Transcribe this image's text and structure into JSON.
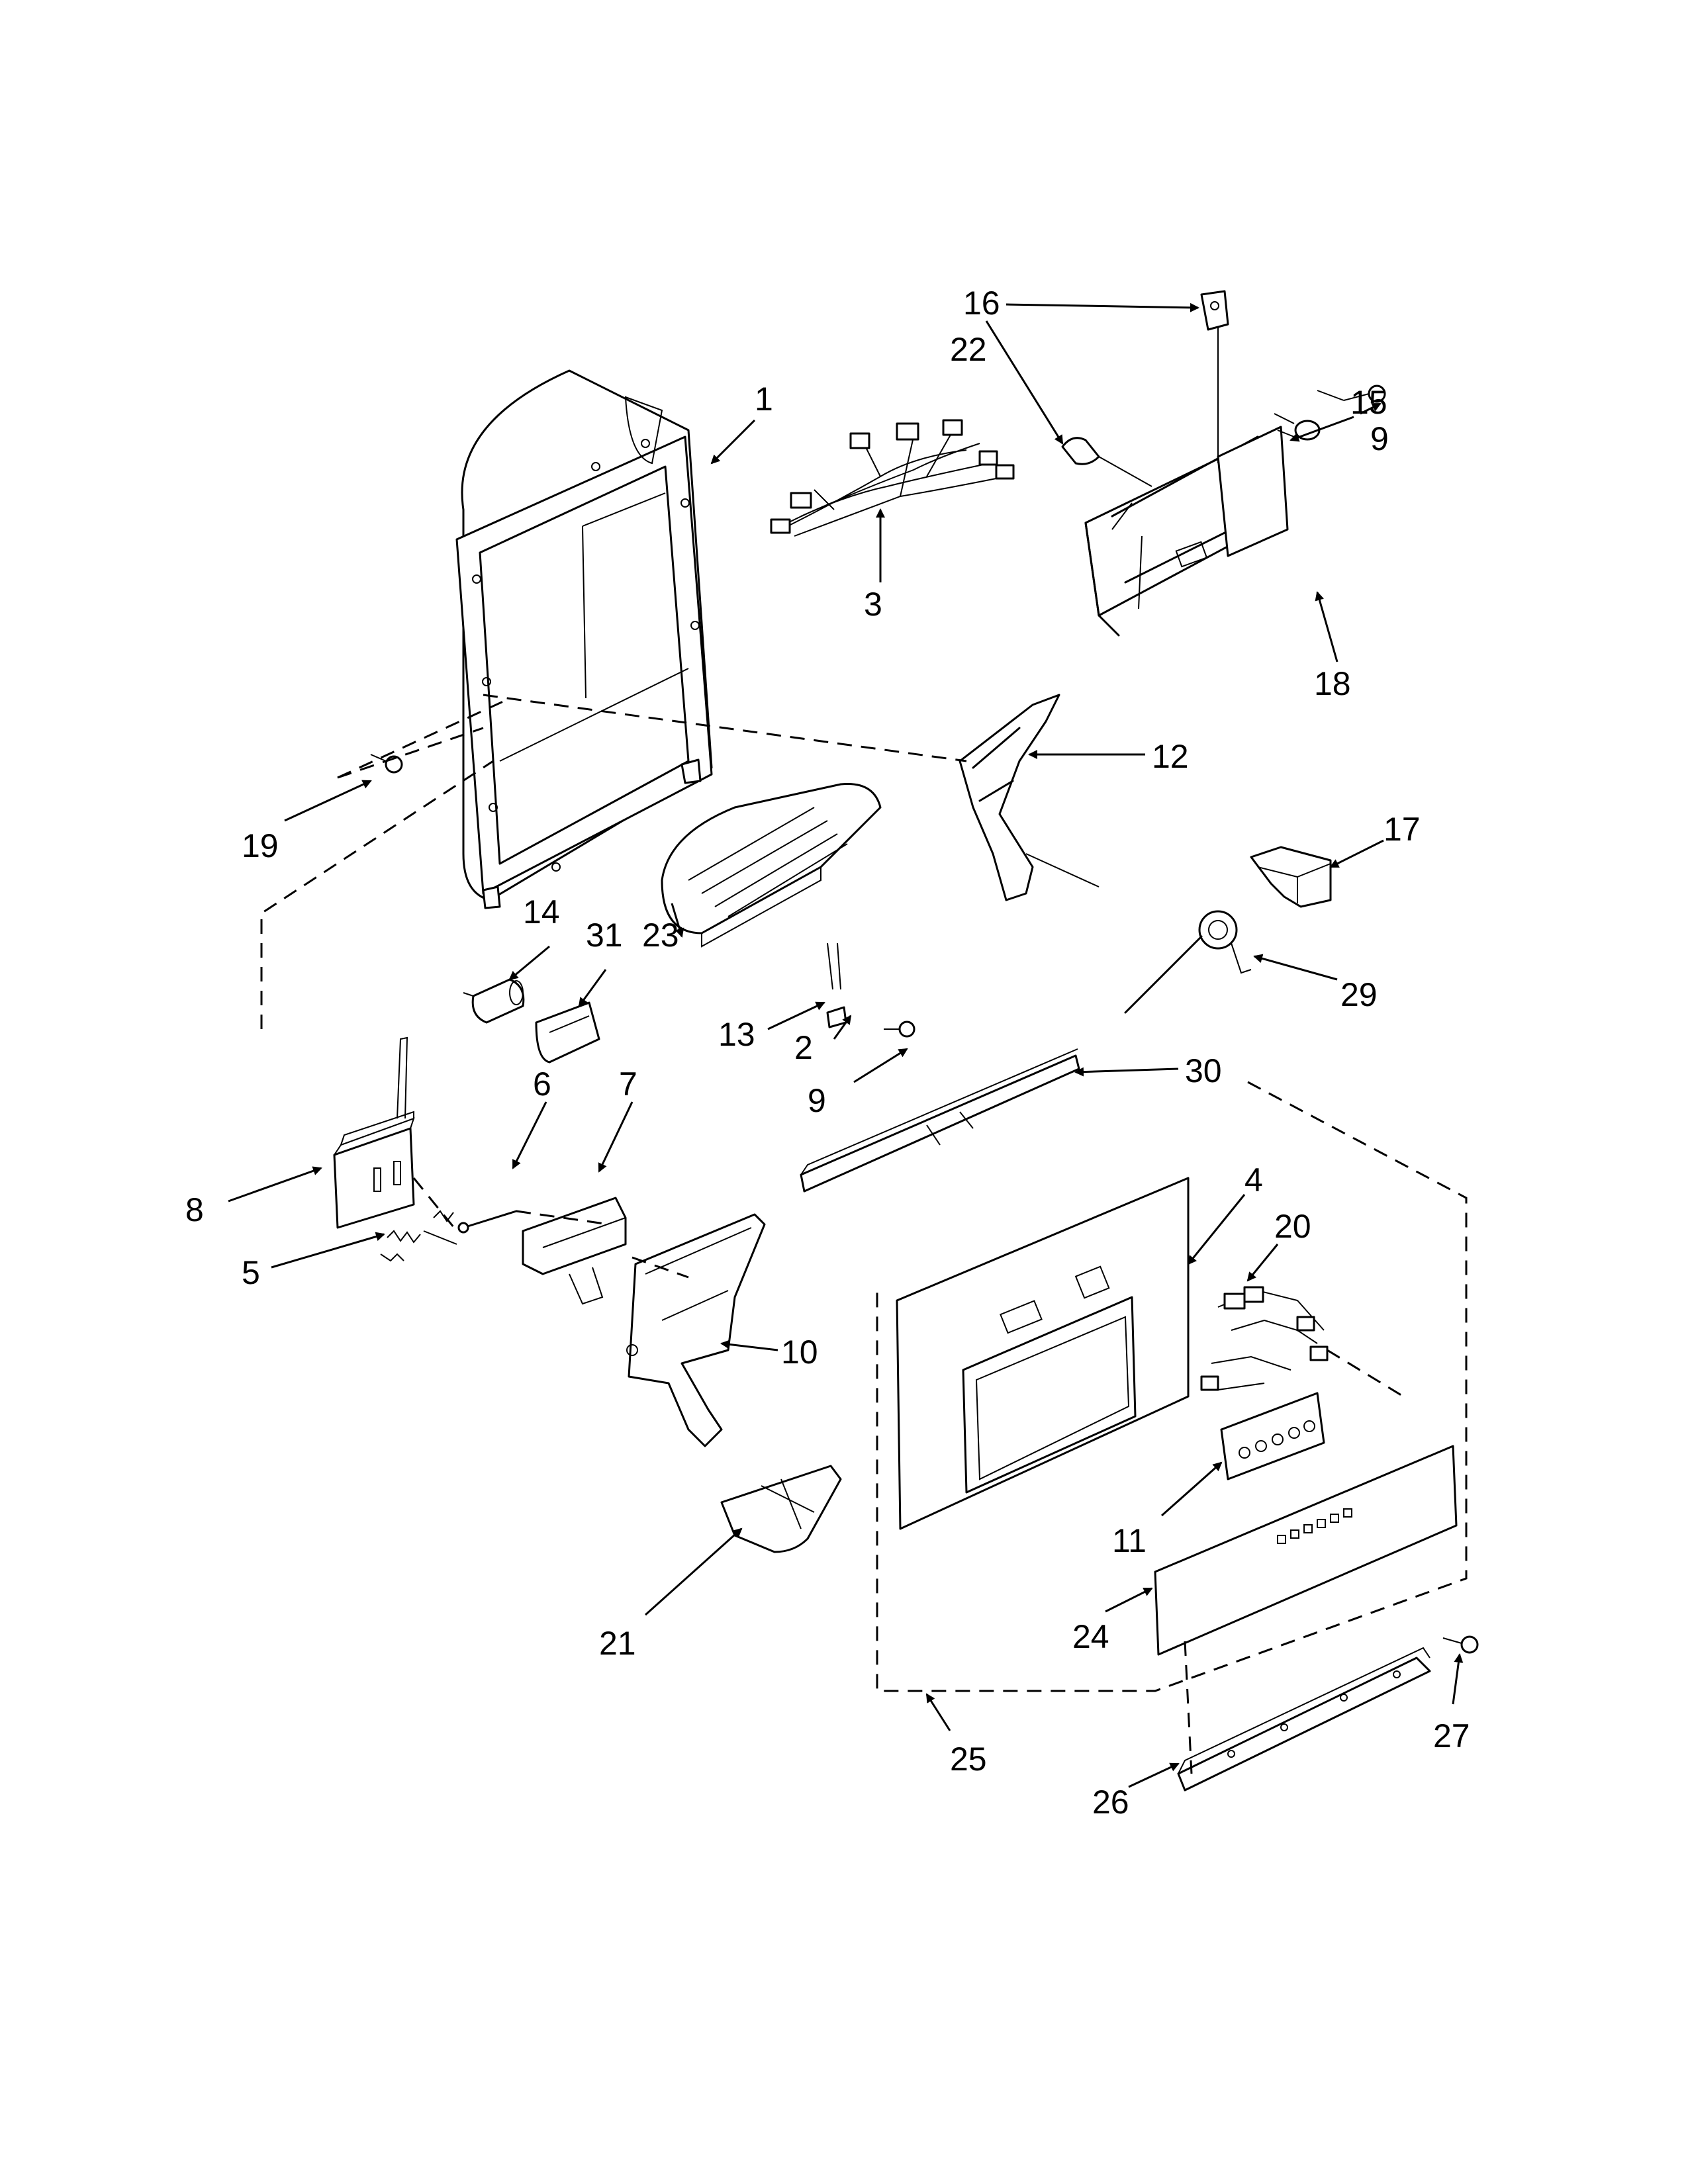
{
  "diagram": {
    "callouts": [
      {
        "id": "1",
        "label": "1"
      },
      {
        "id": "2",
        "label": "2"
      },
      {
        "id": "3",
        "label": "3"
      },
      {
        "id": "4",
        "label": "4"
      },
      {
        "id": "5",
        "label": "5"
      },
      {
        "id": "6",
        "label": "6"
      },
      {
        "id": "7",
        "label": "7"
      },
      {
        "id": "8",
        "label": "8"
      },
      {
        "id": "9a",
        "label": "9"
      },
      {
        "id": "9b",
        "label": "9"
      },
      {
        "id": "10",
        "label": "10"
      },
      {
        "id": "11",
        "label": "11"
      },
      {
        "id": "12",
        "label": "12"
      },
      {
        "id": "13",
        "label": "13"
      },
      {
        "id": "14",
        "label": "14"
      },
      {
        "id": "15",
        "label": "15"
      },
      {
        "id": "16",
        "label": "16"
      },
      {
        "id": "17",
        "label": "17"
      },
      {
        "id": "18",
        "label": "18"
      },
      {
        "id": "19",
        "label": "19"
      },
      {
        "id": "20",
        "label": "20"
      },
      {
        "id": "21",
        "label": "21"
      },
      {
        "id": "22",
        "label": "22"
      },
      {
        "id": "23",
        "label": "23"
      },
      {
        "id": "24",
        "label": "24"
      },
      {
        "id": "25",
        "label": "25"
      },
      {
        "id": "26",
        "label": "26"
      },
      {
        "id": "27",
        "label": "27"
      },
      {
        "id": "29",
        "label": "29"
      },
      {
        "id": "30",
        "label": "30"
      },
      {
        "id": "31",
        "label": "31"
      }
    ]
  }
}
